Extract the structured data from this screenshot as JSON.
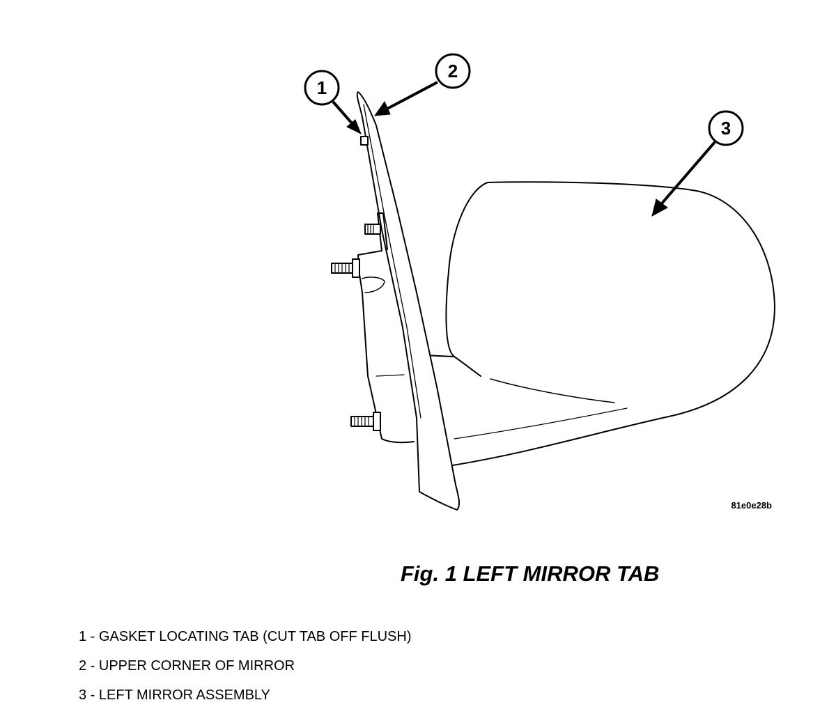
{
  "figure": {
    "title": "Fig. 1 LEFT MIRROR TAB",
    "code": "81e0e28b"
  },
  "callouts": [
    {
      "num": "1"
    },
    {
      "num": "2"
    },
    {
      "num": "3"
    }
  ],
  "legend": [
    "1 - GASKET LOCATING TAB (CUT TAB OFF FLUSH)",
    "2 - UPPER CORNER OF MIRROR",
    "3 - LEFT MIRROR ASSEMBLY"
  ],
  "colors": {
    "line": "#000000",
    "background": "#ffffff"
  }
}
